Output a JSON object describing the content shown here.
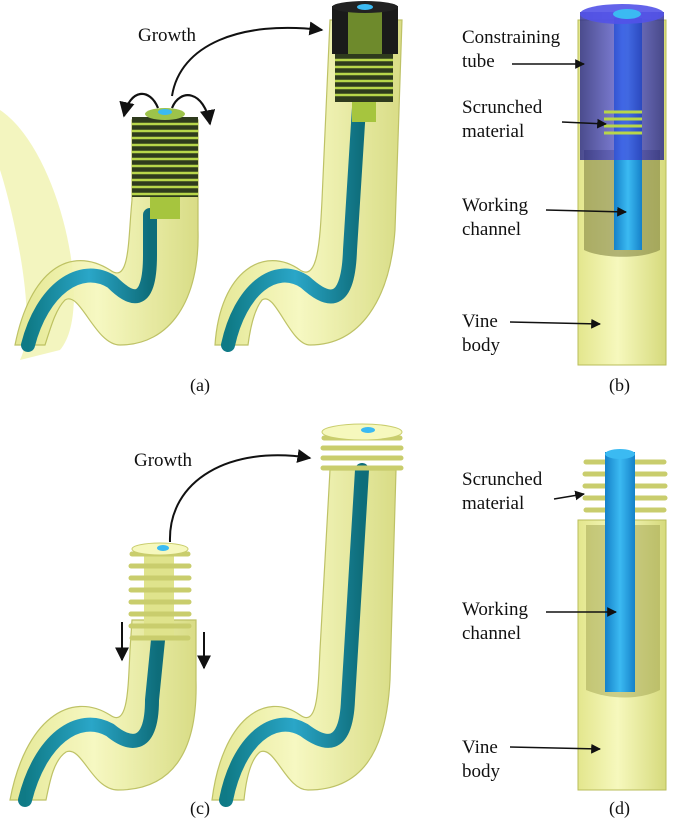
{
  "panels": {
    "a": {
      "caption": "(a)",
      "growth_label": "Growth"
    },
    "b": {
      "caption": "(b)",
      "labels": [
        {
          "line1": "Constraining",
          "line2": "tube"
        },
        {
          "line1": "Scrunched",
          "line2": "material"
        },
        {
          "line1": "Working",
          "line2": "channel"
        },
        {
          "line1": "Vine",
          "line2": "body"
        }
      ]
    },
    "c": {
      "caption": "(c)",
      "growth_label": "Growth"
    },
    "d": {
      "caption": "(d)",
      "labels": [
        {
          "line1": "Scrunched",
          "line2": "material"
        },
        {
          "line1": "Working",
          "line2": "channel"
        },
        {
          "line1": "Vine",
          "line2": "body"
        }
      ]
    }
  },
  "colors": {
    "vine_body": "#f1f3a6",
    "vine_edge": "#b9bd5a",
    "working_channel": "#1fa3e0",
    "channel_dark": "#127f86",
    "scrunched_material": "#b8d64a",
    "scrunched_dark": "#2f3b1d",
    "constraining_tube": "#3b3bd6"
  }
}
